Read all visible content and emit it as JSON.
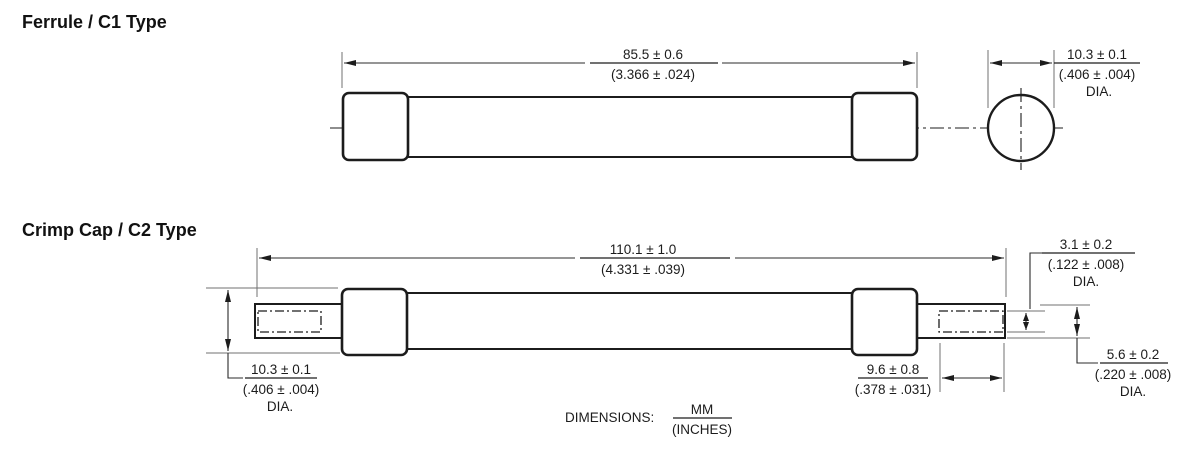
{
  "titles": {
    "ferrule": "Ferrule / C1 Type",
    "crimp": "Crimp Cap / C2 Type"
  },
  "ferrule": {
    "length": {
      "mm": "85.5 ± 0.6",
      "in": "(3.366 ± .024)"
    },
    "diameter": {
      "mm": "10.3 ± 0.1",
      "in": "(.406 ± .004)",
      "suffix": "DIA."
    }
  },
  "crimp": {
    "length": {
      "mm": "110.1 ± 1.0",
      "in": "(4.331 ± .039)"
    },
    "cap_diameter": {
      "mm": "10.3 ± 0.1",
      "in": "(.406 ± .004)",
      "suffix": "DIA."
    },
    "inner_diameter": {
      "mm": "3.1 ± 0.2",
      "in": "(.122 ± .008)",
      "suffix": "DIA."
    },
    "crimp_length": {
      "mm": "9.6 ± 0.8",
      "in": "(.378 ± .031)"
    },
    "terminal_diameter": {
      "mm": "5.6 ± 0.2",
      "in": "(.220 ± .008)",
      "suffix": "DIA."
    }
  },
  "note": {
    "label": "DIMENSIONS:",
    "numerator": "MM",
    "denominator": "(INCHES)"
  }
}
